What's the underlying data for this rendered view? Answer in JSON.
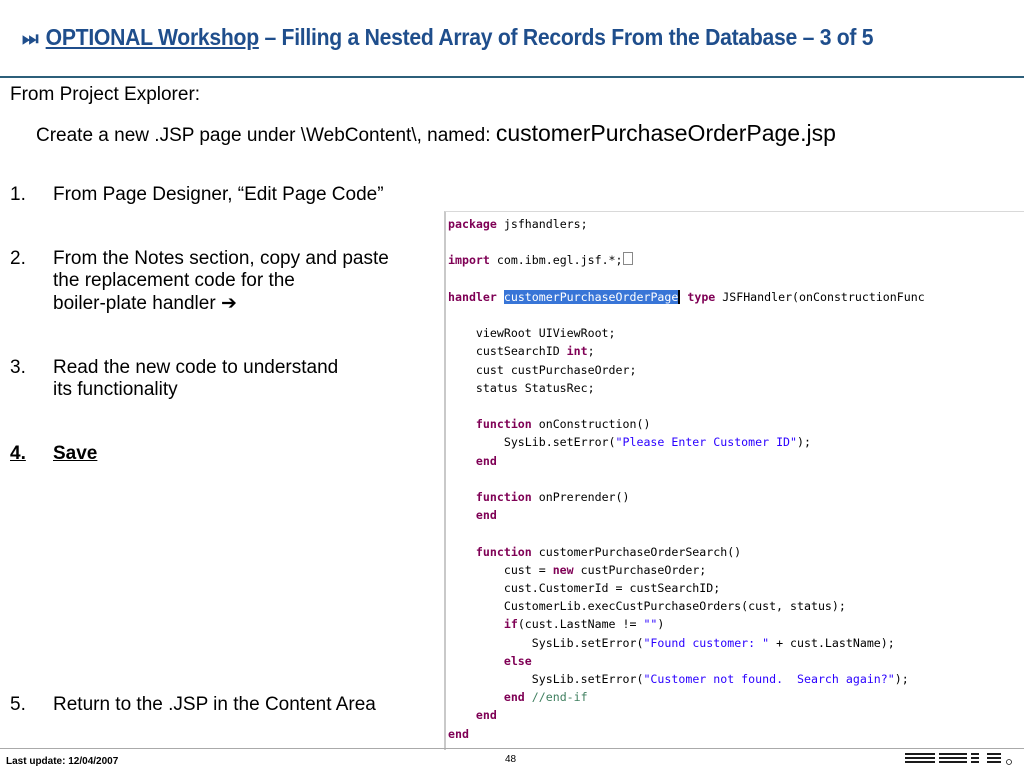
{
  "header": {
    "icon": "skip-forward-icon",
    "optional_label": "OPTIONAL Workshop",
    "title_rest": " – Filling a Nested Array of Records From the Database – 3 of 5"
  },
  "body": {
    "intro_line": "From Project Explorer:",
    "create_line": "Create a new .JSP page under \\WebContent\\, named: ",
    "page_name": "customerPurchaseOrderPage.jsp",
    "steps": [
      {
        "num": "1.",
        "text": "From Page Designer, “Edit Page Code”"
      },
      {
        "num": "2.",
        "line1": "From the Notes section, copy and paste",
        "line2": "the replacement code for the",
        "line3": "boiler-plate handler"
      },
      {
        "num": "3.",
        "line1": "Read the new code to understand",
        "line2": "its functionality"
      },
      {
        "num": "4.",
        "text": "Save"
      },
      {
        "num": "5.",
        "text": "Return to the .JSP in the Content Area"
      }
    ],
    "arrow_icon": "➔"
  },
  "code": {
    "lines": [
      "package jsfhandlers;",
      "import com.ibm.egl.jsf.*;",
      "handler customerPurchaseOrderPage type JSFHandler(onConstructionFunc",
      "viewRoot UIViewRoot;",
      "custSearchID int;",
      "cust custPurchaseOrder;",
      "status StatusRec;",
      "function onConstruction()",
      "SysLib.setError(\"Please Enter Customer ID\");",
      "end",
      "function onPrerender()",
      "end",
      "function customerPurchaseOrderSearch()",
      "cust = new custPurchaseOrder;",
      "cust.CustomerId = custSearchID;",
      "CustomerLib.execCustPurchaseOrders(cust, status);",
      "if(cust.LastName != \"\")",
      "SysLib.setError(\"Found customer: \" + cust.LastName);",
      "else",
      "SysLib.setError(\"Customer not found.  Search again?\");",
      "end //end-if",
      "end",
      "end"
    ]
  },
  "footer": {
    "last_update": "Last update: 12/04/2007",
    "page_number": "48"
  },
  "colors": {
    "title": "#1f4e8c",
    "keyword": "#7f0055",
    "string": "#2a00ff",
    "comment": "#3f7f5f",
    "selection": "#3875d7"
  }
}
